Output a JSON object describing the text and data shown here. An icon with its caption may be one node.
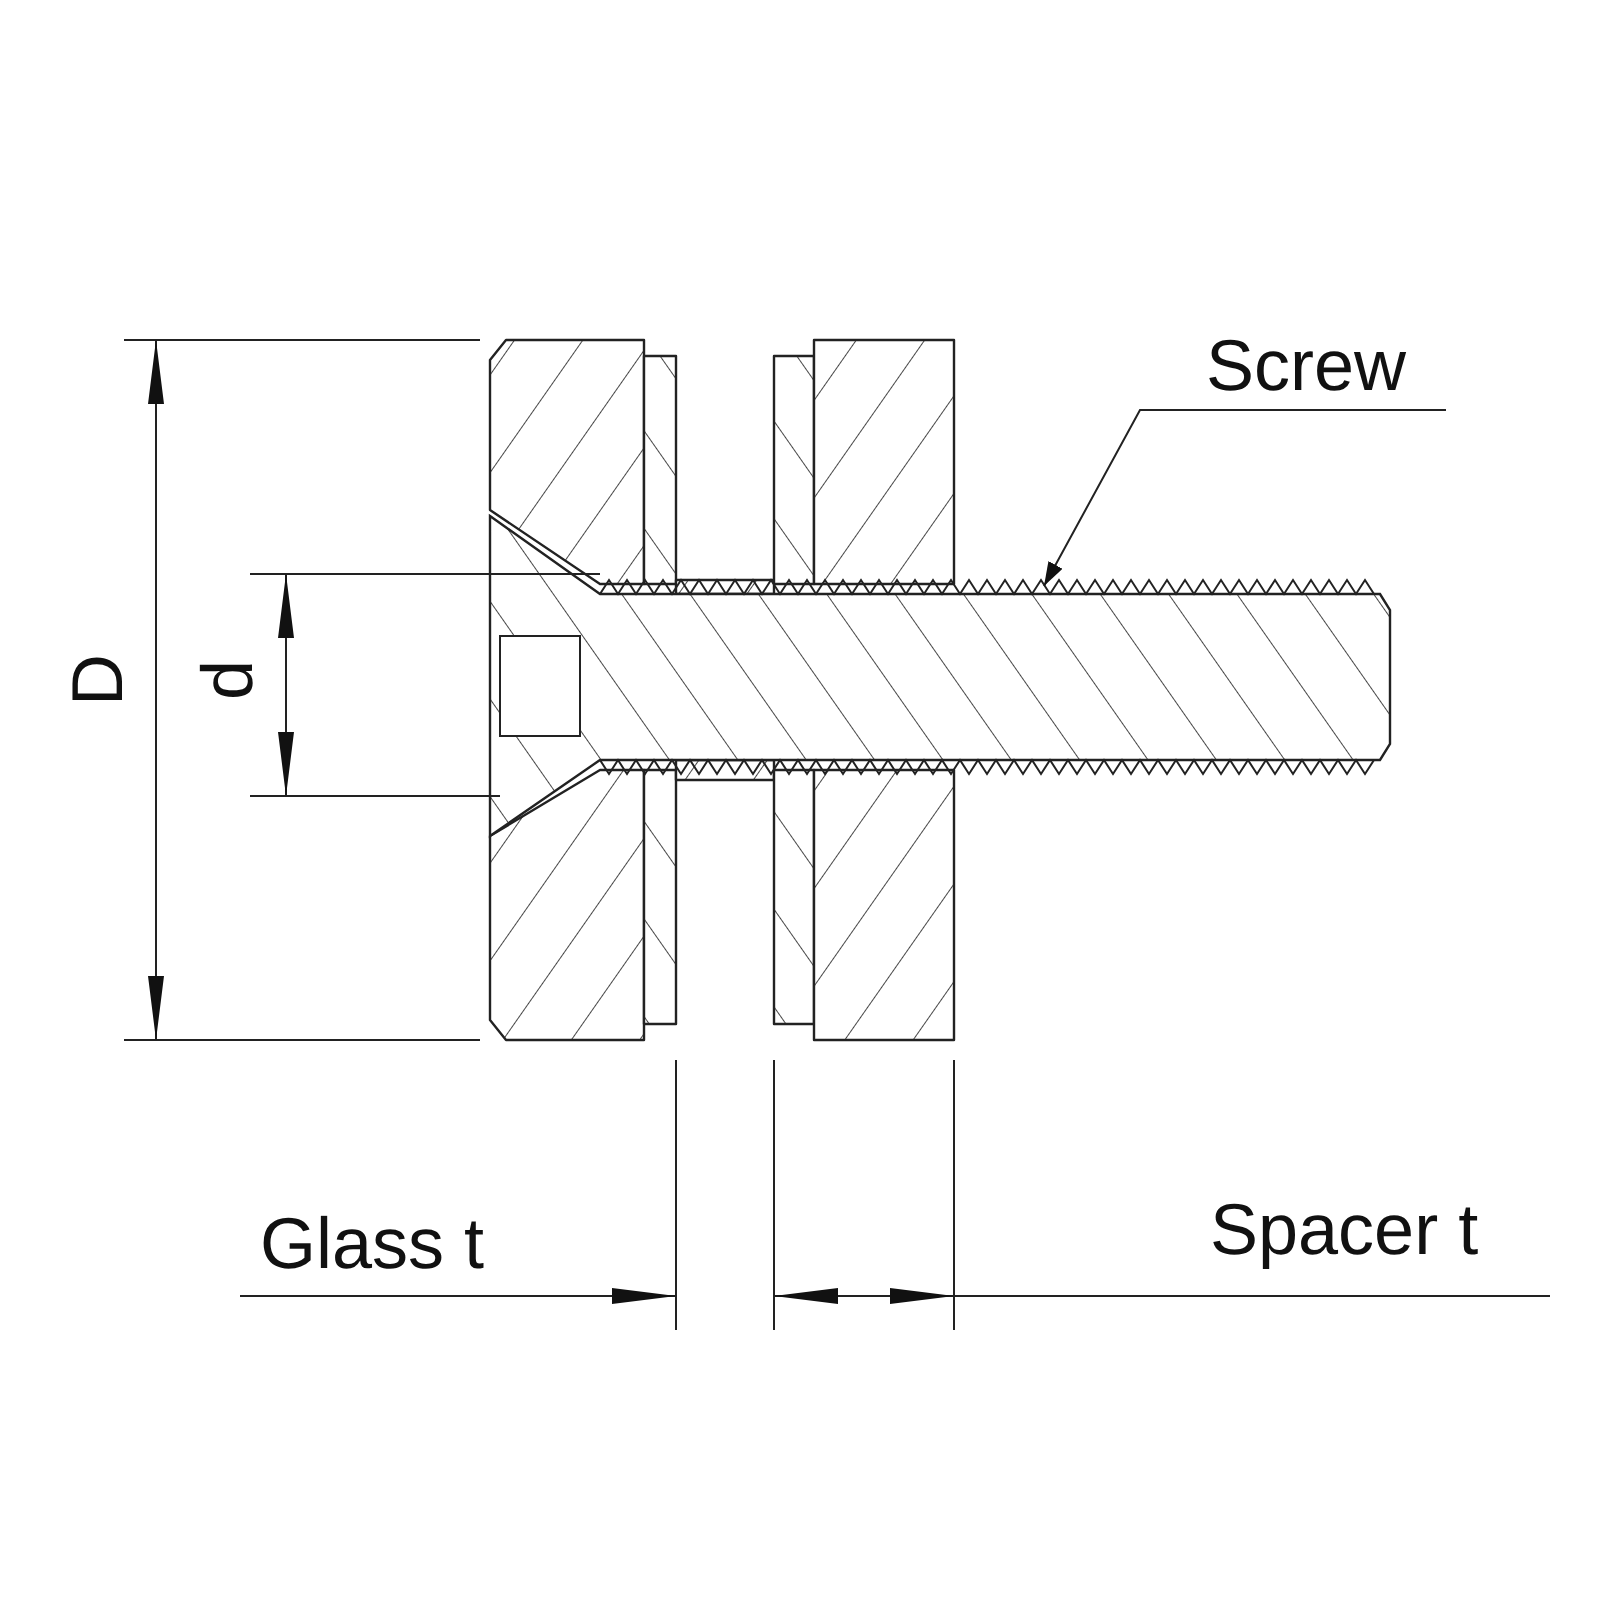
{
  "diagram": {
    "nodes": [
      {
        "text": [
          "Screw"
        ]
      },
      {
        "text": [],
        "shape": "picture"
      }
    ],
    "edges": [
      {
        "from": 0,
        "to": 1,
        "arrow": "to"
      }
    ],
    "labels": [
      "D",
      "d",
      "Glass t",
      "Spacer t"
    ]
  }
}
